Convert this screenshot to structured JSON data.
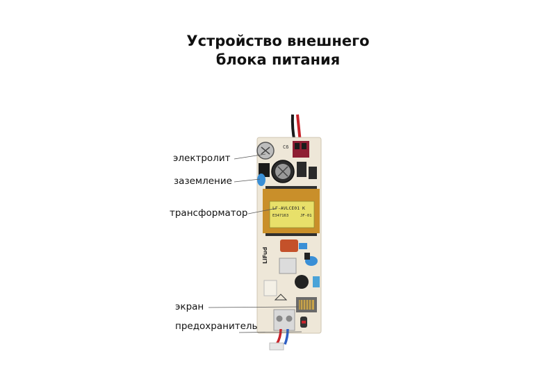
{
  "title": {
    "line1": "Устройство внешнего",
    "line2": "блока питания"
  },
  "labels": {
    "electrolyte": "электролит",
    "ground": "заземление",
    "transformer": "трансформатор",
    "screen": "экран",
    "fuse": "предохранитель"
  },
  "board_markings": {
    "transformer_line1": "LF-AVLCE01 K",
    "transformer_line2": "E347163",
    "transformer_line3": "JF-01",
    "brand": "LiFud"
  },
  "colors": {
    "board": "#eee7d8",
    "transformer_label": "#e8e06a",
    "wire_red": "#c8232a",
    "wire_black": "#1a1a1a",
    "wire_blue": "#2f5fc4",
    "capacitor_blue": "#3a8fd6",
    "leader_line": "#555555"
  }
}
